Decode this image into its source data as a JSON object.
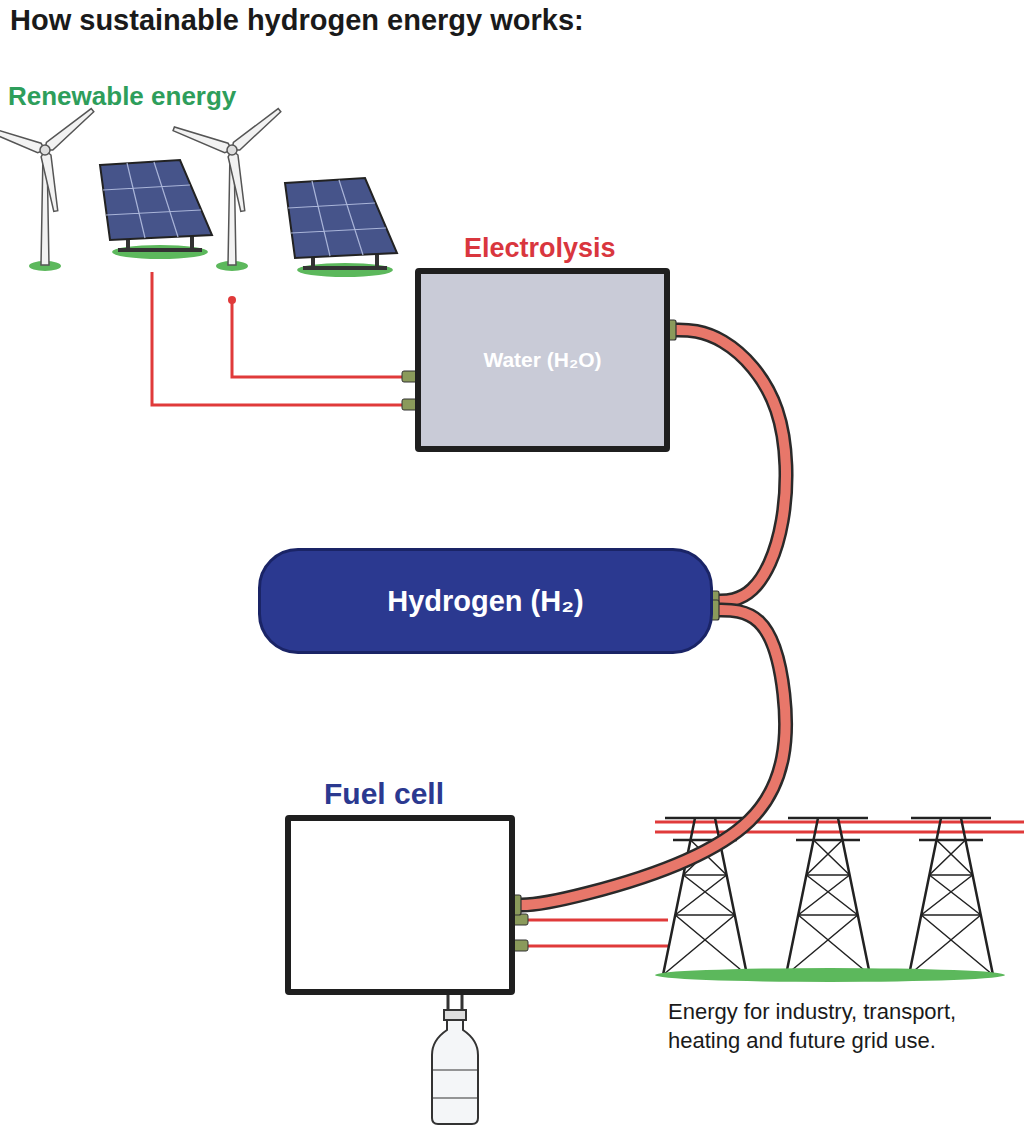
{
  "diagram": {
    "title": "How sustainable hydrogen energy works:",
    "nodes": [
      {
        "text": [
          "Electrolysis",
          "Water (H₂O)"
        ]
      },
      {
        "text": [
          "Hydrogen (H₂)"
        ]
      },
      {
        "text": [
          "Fuel cell"
        ]
      }
    ],
    "edges": [
      {
        "from": 0,
        "to": 1,
        "arrow": "none"
      },
      {
        "from": 1,
        "to": 2,
        "arrow": "none"
      }
    ],
    "labels": [
      "Renewable energy",
      "Energy for industry, transport, heating and future grid use."
    ]
  }
}
